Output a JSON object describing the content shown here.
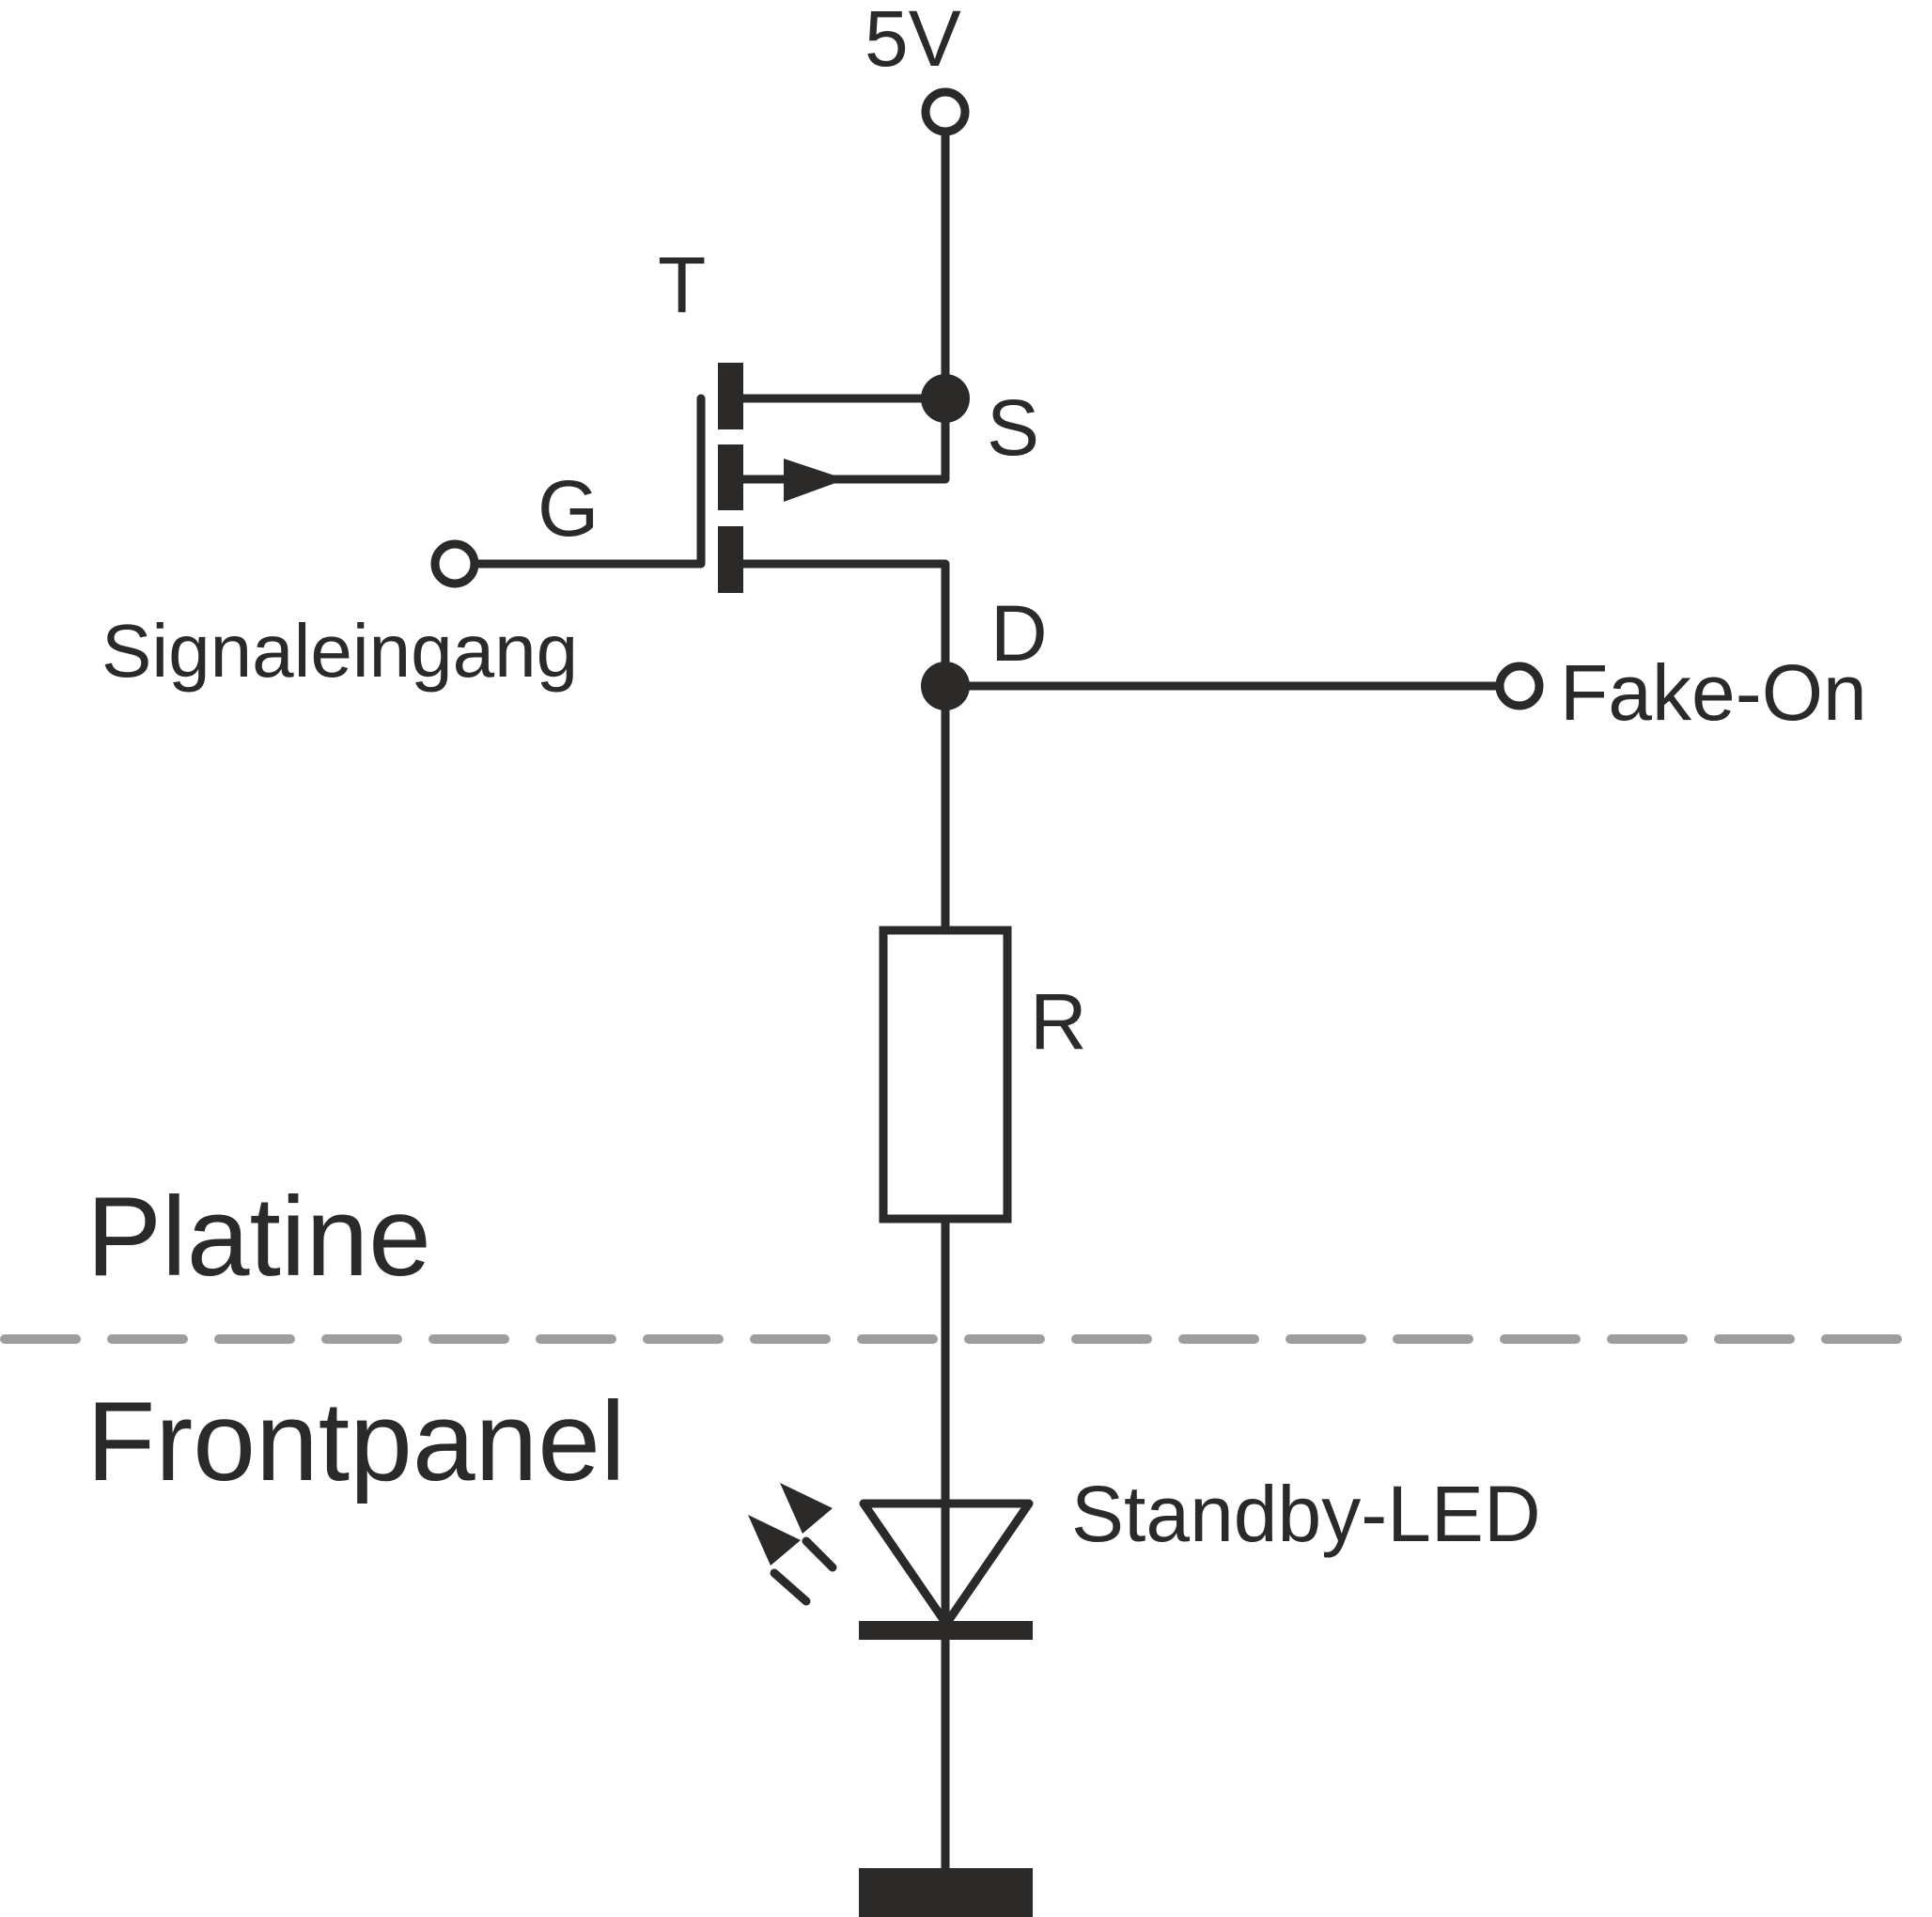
{
  "diagram": {
    "type": "circuit-schematic",
    "colors": {
      "line": "#2b2a28",
      "separator": "#9d9d9d",
      "background": "#ffffff"
    },
    "labels": {
      "supply": "5V",
      "transistor": "T",
      "source": "S",
      "gate": "G",
      "drain": "D",
      "signal_input": "Signaleingang",
      "fake_on": "Fake-On",
      "resistor": "R",
      "board_zone": "Platine",
      "panel_zone": "Frontpanel",
      "led": "Standby-LED"
    },
    "components": [
      {
        "id": "supply-terminal",
        "kind": "terminal",
        "label": "5V"
      },
      {
        "id": "transistor",
        "kind": "p-channel MOSFET",
        "label": "T",
        "pins": [
          "G",
          "S",
          "D"
        ]
      },
      {
        "id": "signal-input-terminal",
        "kind": "terminal",
        "label": "Signaleingang"
      },
      {
        "id": "fake-on-terminal",
        "kind": "terminal",
        "label": "Fake-On"
      },
      {
        "id": "resistor",
        "kind": "resistor",
        "label": "R"
      },
      {
        "id": "standby-led",
        "kind": "LED",
        "label": "Standby-LED"
      },
      {
        "id": "ground",
        "kind": "ground"
      }
    ],
    "zones": [
      "Platine",
      "Frontpanel"
    ]
  }
}
